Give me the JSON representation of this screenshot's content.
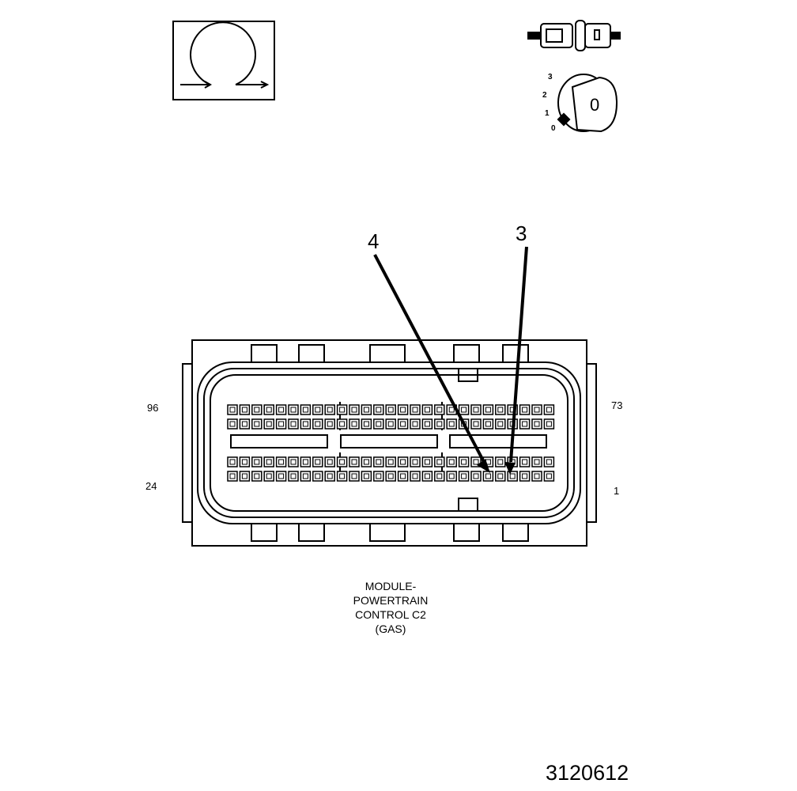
{
  "pin_labels": {
    "top_left": "96",
    "top_right": "73",
    "bottom_left": "24",
    "bottom_right": "1"
  },
  "callouts": {
    "first": "4",
    "second": "3"
  },
  "ignition_positions": [
    "3",
    "2",
    "1",
    "0"
  ],
  "key_face": "0",
  "caption_lines": [
    "MODULE-",
    "POWERTRAIN",
    "CONTROL C2",
    "(GAS)"
  ],
  "figure_number": "3120612",
  "icons": {
    "refresh_symbol": "circular-arrow-icon",
    "connector_disconnected": "connector-disconnect-icon",
    "ignition_key": "ignition-key-icon"
  },
  "colors": {
    "line": "#000000",
    "background": "#ffffff"
  }
}
